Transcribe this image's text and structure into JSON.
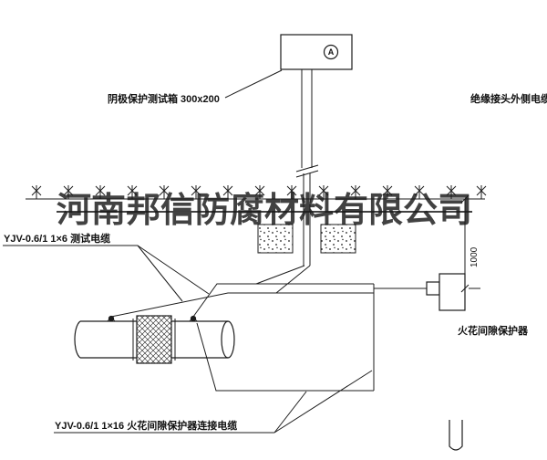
{
  "meta": {
    "background": "#ffffff",
    "line_color": "#1c1c1c",
    "watermark_color": "rgba(25,25,25,0.82)"
  },
  "watermark": {
    "text": "河南邦信防腐材料有限公司"
  },
  "labels": {
    "test_box": "阴极保护测试箱 300x200",
    "outer_cable": "绝缘接头外侧电缆",
    "test_cable": "YJV-0.6/1 1×6  测试电缆",
    "spark_gap": "火花间隙保护器",
    "connect_cable": "YJV-0.6/1 1×16  火花间隙保护器连接电缆",
    "dimension_1000": "1000",
    "meter_letter": "A"
  }
}
